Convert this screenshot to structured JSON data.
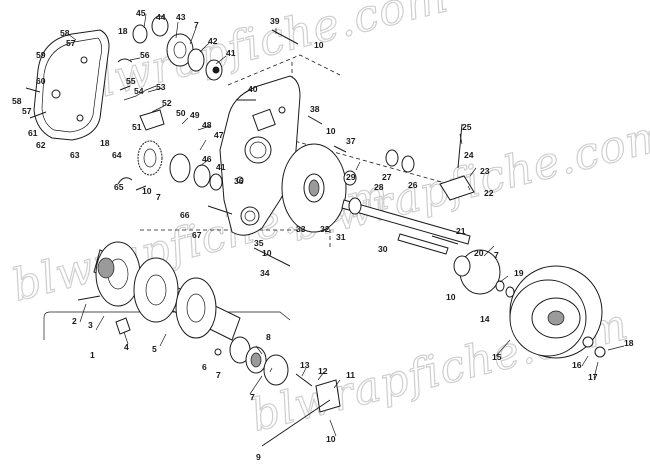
{
  "watermark": "blwrapfiche.com",
  "callouts": {
    "c45": "45",
    "c44": "44",
    "c43": "43",
    "c7a": "7",
    "c18a": "18",
    "c58": "58",
    "c57a": "57",
    "c59": "59",
    "c56": "56",
    "c42": "42",
    "c41a": "41",
    "c39": "39",
    "c10a": "10",
    "c60": "60",
    "c58b": "58",
    "c57b": "57",
    "c61": "61",
    "c62": "62",
    "c63": "63",
    "c55": "55",
    "c54": "54",
    "c53": "53",
    "c52": "52",
    "c40": "40",
    "c38": "38",
    "c10b": "10",
    "c51": "51",
    "c50": "50",
    "c49": "49",
    "c48": "48",
    "c18b": "18",
    "c64": "64",
    "c47": "47",
    "c37": "37",
    "c25": "25",
    "c24": "24",
    "c23": "23",
    "c22": "22",
    "c46": "46",
    "c41b": "41",
    "c36": "36",
    "c29": "29",
    "c28": "28",
    "c27": "27",
    "c26": "26",
    "c65": "65",
    "c10c": "10",
    "c7b": "7",
    "c66": "66",
    "c33": "33",
    "c32": "32",
    "c31": "31",
    "c30": "30",
    "c21": "21",
    "c67": "67",
    "c35": "35",
    "c10d": "10",
    "c34": "34",
    "c20": "20",
    "c7c": "7",
    "c19": "19",
    "c10e": "10",
    "c14": "14",
    "c2": "2",
    "c3": "3",
    "c4": "4",
    "c5": "5",
    "c8": "8",
    "c6": "6",
    "c7d": "7",
    "c13": "13",
    "c12": "12",
    "c11": "11",
    "c7e": "7",
    "c1": "1",
    "c9": "9",
    "c10f": "10",
    "c15": "15",
    "c16": "16",
    "c17": "17",
    "c18c": "18"
  }
}
